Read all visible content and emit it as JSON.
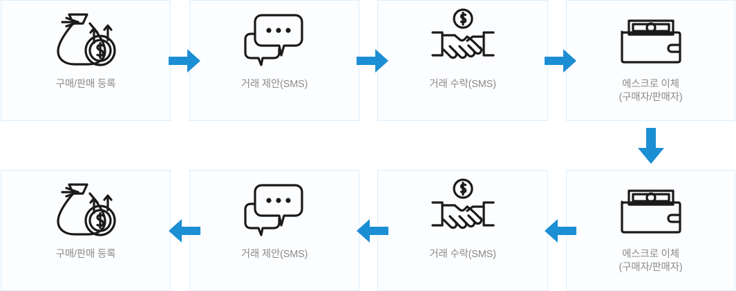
{
  "diagram": {
    "title": "escrow-transaction-flow",
    "colors": {
      "arrow": "#1b8ed4",
      "card_border": "#dceefb",
      "card_background": "#fcfdff",
      "label_text": "#8a8a8a",
      "icon_stroke": "#1a1a1a"
    },
    "rows": [
      {
        "name": "top-row",
        "direction": "right",
        "steps": [
          {
            "icon": "money-bag-icon",
            "label": "구매/판매 등록"
          },
          {
            "icon": "speech-bubbles-icon",
            "label": "거래 제안(SMS)"
          },
          {
            "icon": "handshake-money-icon",
            "label": "거래 수락(SMS)"
          },
          {
            "icon": "wallet-cash-icon",
            "label": "에스크로 이체\n(구매자/판매자)"
          }
        ]
      },
      {
        "name": "bottom-row",
        "direction": "left",
        "steps": [
          {
            "icon": "money-bag-icon",
            "label": "구매/판매 등록"
          },
          {
            "icon": "speech-bubbles-icon",
            "label": "거래 제안(SMS)"
          },
          {
            "icon": "handshake-money-icon",
            "label": "거래 수락(SMS)"
          },
          {
            "icon": "wallet-cash-icon",
            "label": "에스크로 이체\n(구매자/판매자)"
          }
        ]
      }
    ],
    "connectors": [
      {
        "name": "arrow-top-1",
        "direction": "right"
      },
      {
        "name": "arrow-top-2",
        "direction": "right"
      },
      {
        "name": "arrow-top-3",
        "direction": "right"
      },
      {
        "name": "arrow-wrap-down",
        "direction": "down"
      },
      {
        "name": "arrow-bottom-1",
        "direction": "left"
      },
      {
        "name": "arrow-bottom-2",
        "direction": "left"
      },
      {
        "name": "arrow-bottom-3",
        "direction": "left"
      }
    ]
  }
}
